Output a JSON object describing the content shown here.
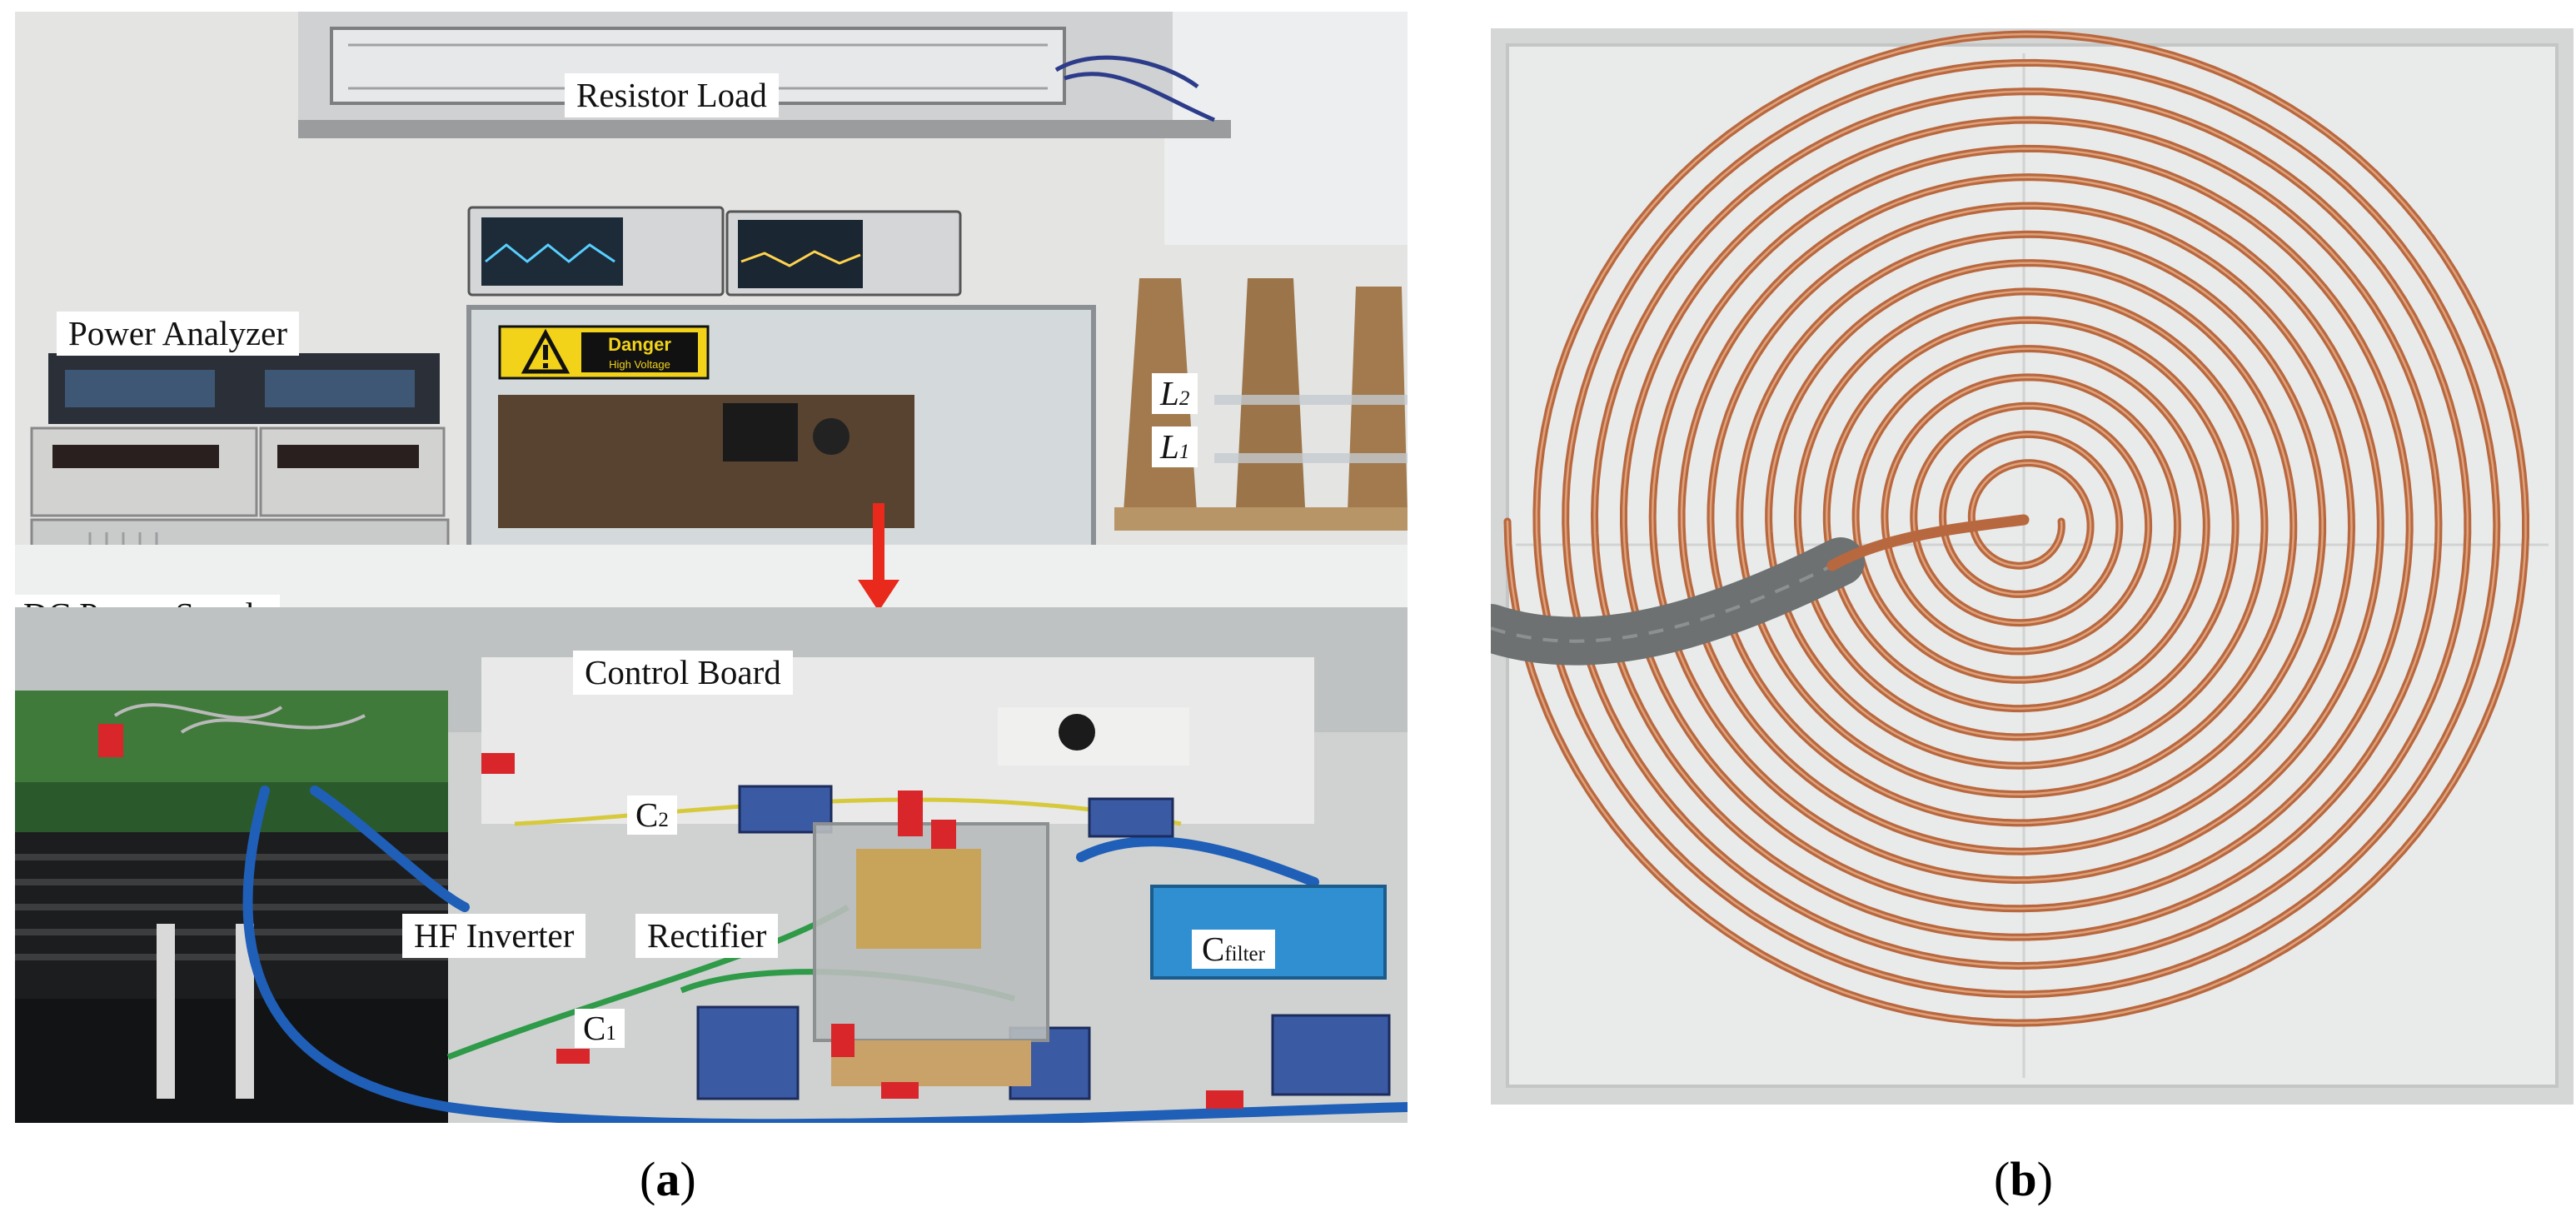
{
  "panel_a": {
    "labels": {
      "resistor_load": "Resistor Load",
      "power_analyzer": "Power Analyzer",
      "dc_power_supply": "DC Power Supply",
      "control_board": "Control Board",
      "hf_inverter": "HF Inverter",
      "rectifier": "Rectifier",
      "danger_title": "Danger",
      "danger_sub": "High Voltage",
      "l2_main": "L",
      "l2_sub": "2",
      "l1_main": "L",
      "l1_sub": "1",
      "c2_main": "C",
      "c2_sub": "2",
      "c1_main": "C",
      "c1_sub": "1",
      "cfilter_main": "C",
      "cfilter_sub": "filter"
    }
  },
  "captions": {
    "a_open": "(",
    "a_letter": "a",
    "a_close": ")",
    "b_open": "(",
    "b_letter": "b",
    "b_close": ")"
  },
  "colors": {
    "copper": "#b8683f",
    "arrow": "#e8291c",
    "sleeve": "#6e7172",
    "heatsink": "#1c1d1e",
    "pcb_green": "#3f7a3a",
    "cable_blue": "#1f5fb8",
    "connector_red": "#d8262a"
  },
  "icons": [
    "warning-triangle-icon",
    "red-down-arrow-icon"
  ]
}
